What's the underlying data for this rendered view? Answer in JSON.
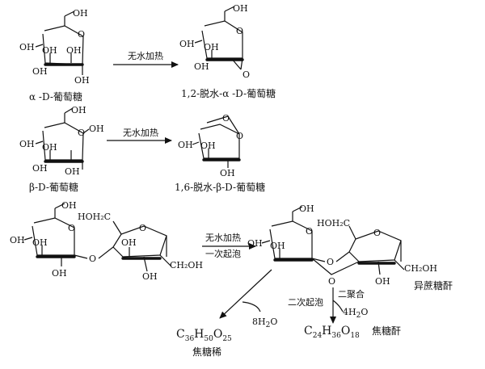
{
  "oh": "OH",
  "o": "O",
  "hoh2c": "HOH₂C",
  "ch2oh_tail": "CH₂OH",
  "reactions": {
    "row1": {
      "reactant": "α -D-葡萄糖",
      "condition": "无水加热",
      "product": "1,2-脱水-α -D-葡萄糖"
    },
    "row2": {
      "reactant": "β-D-葡萄糖",
      "condition": "无水加热",
      "product": "1,6-脱水-β-D-葡萄糖"
    },
    "row3": {
      "condition_top": "无水加热",
      "condition_bottom": "一次起泡",
      "product": "异蔗糖酐"
    }
  },
  "branches": {
    "second_foaming": "二次起泡",
    "dimerization": "二聚合",
    "water_left": {
      "coef": "8H",
      "sub": "2",
      "end": "O"
    },
    "water_right": {
      "coef": "4H",
      "sub": "2",
      "end": "O"
    },
    "caramelan": {
      "formula_parts": [
        "C",
        "36",
        "H",
        "50",
        "O",
        "25"
      ],
      "name": "焦糖稀"
    },
    "caramelen": {
      "formula_parts": [
        "C",
        "24",
        "H",
        "36",
        "O",
        "18"
      ],
      "name": "焦糖酐"
    }
  }
}
